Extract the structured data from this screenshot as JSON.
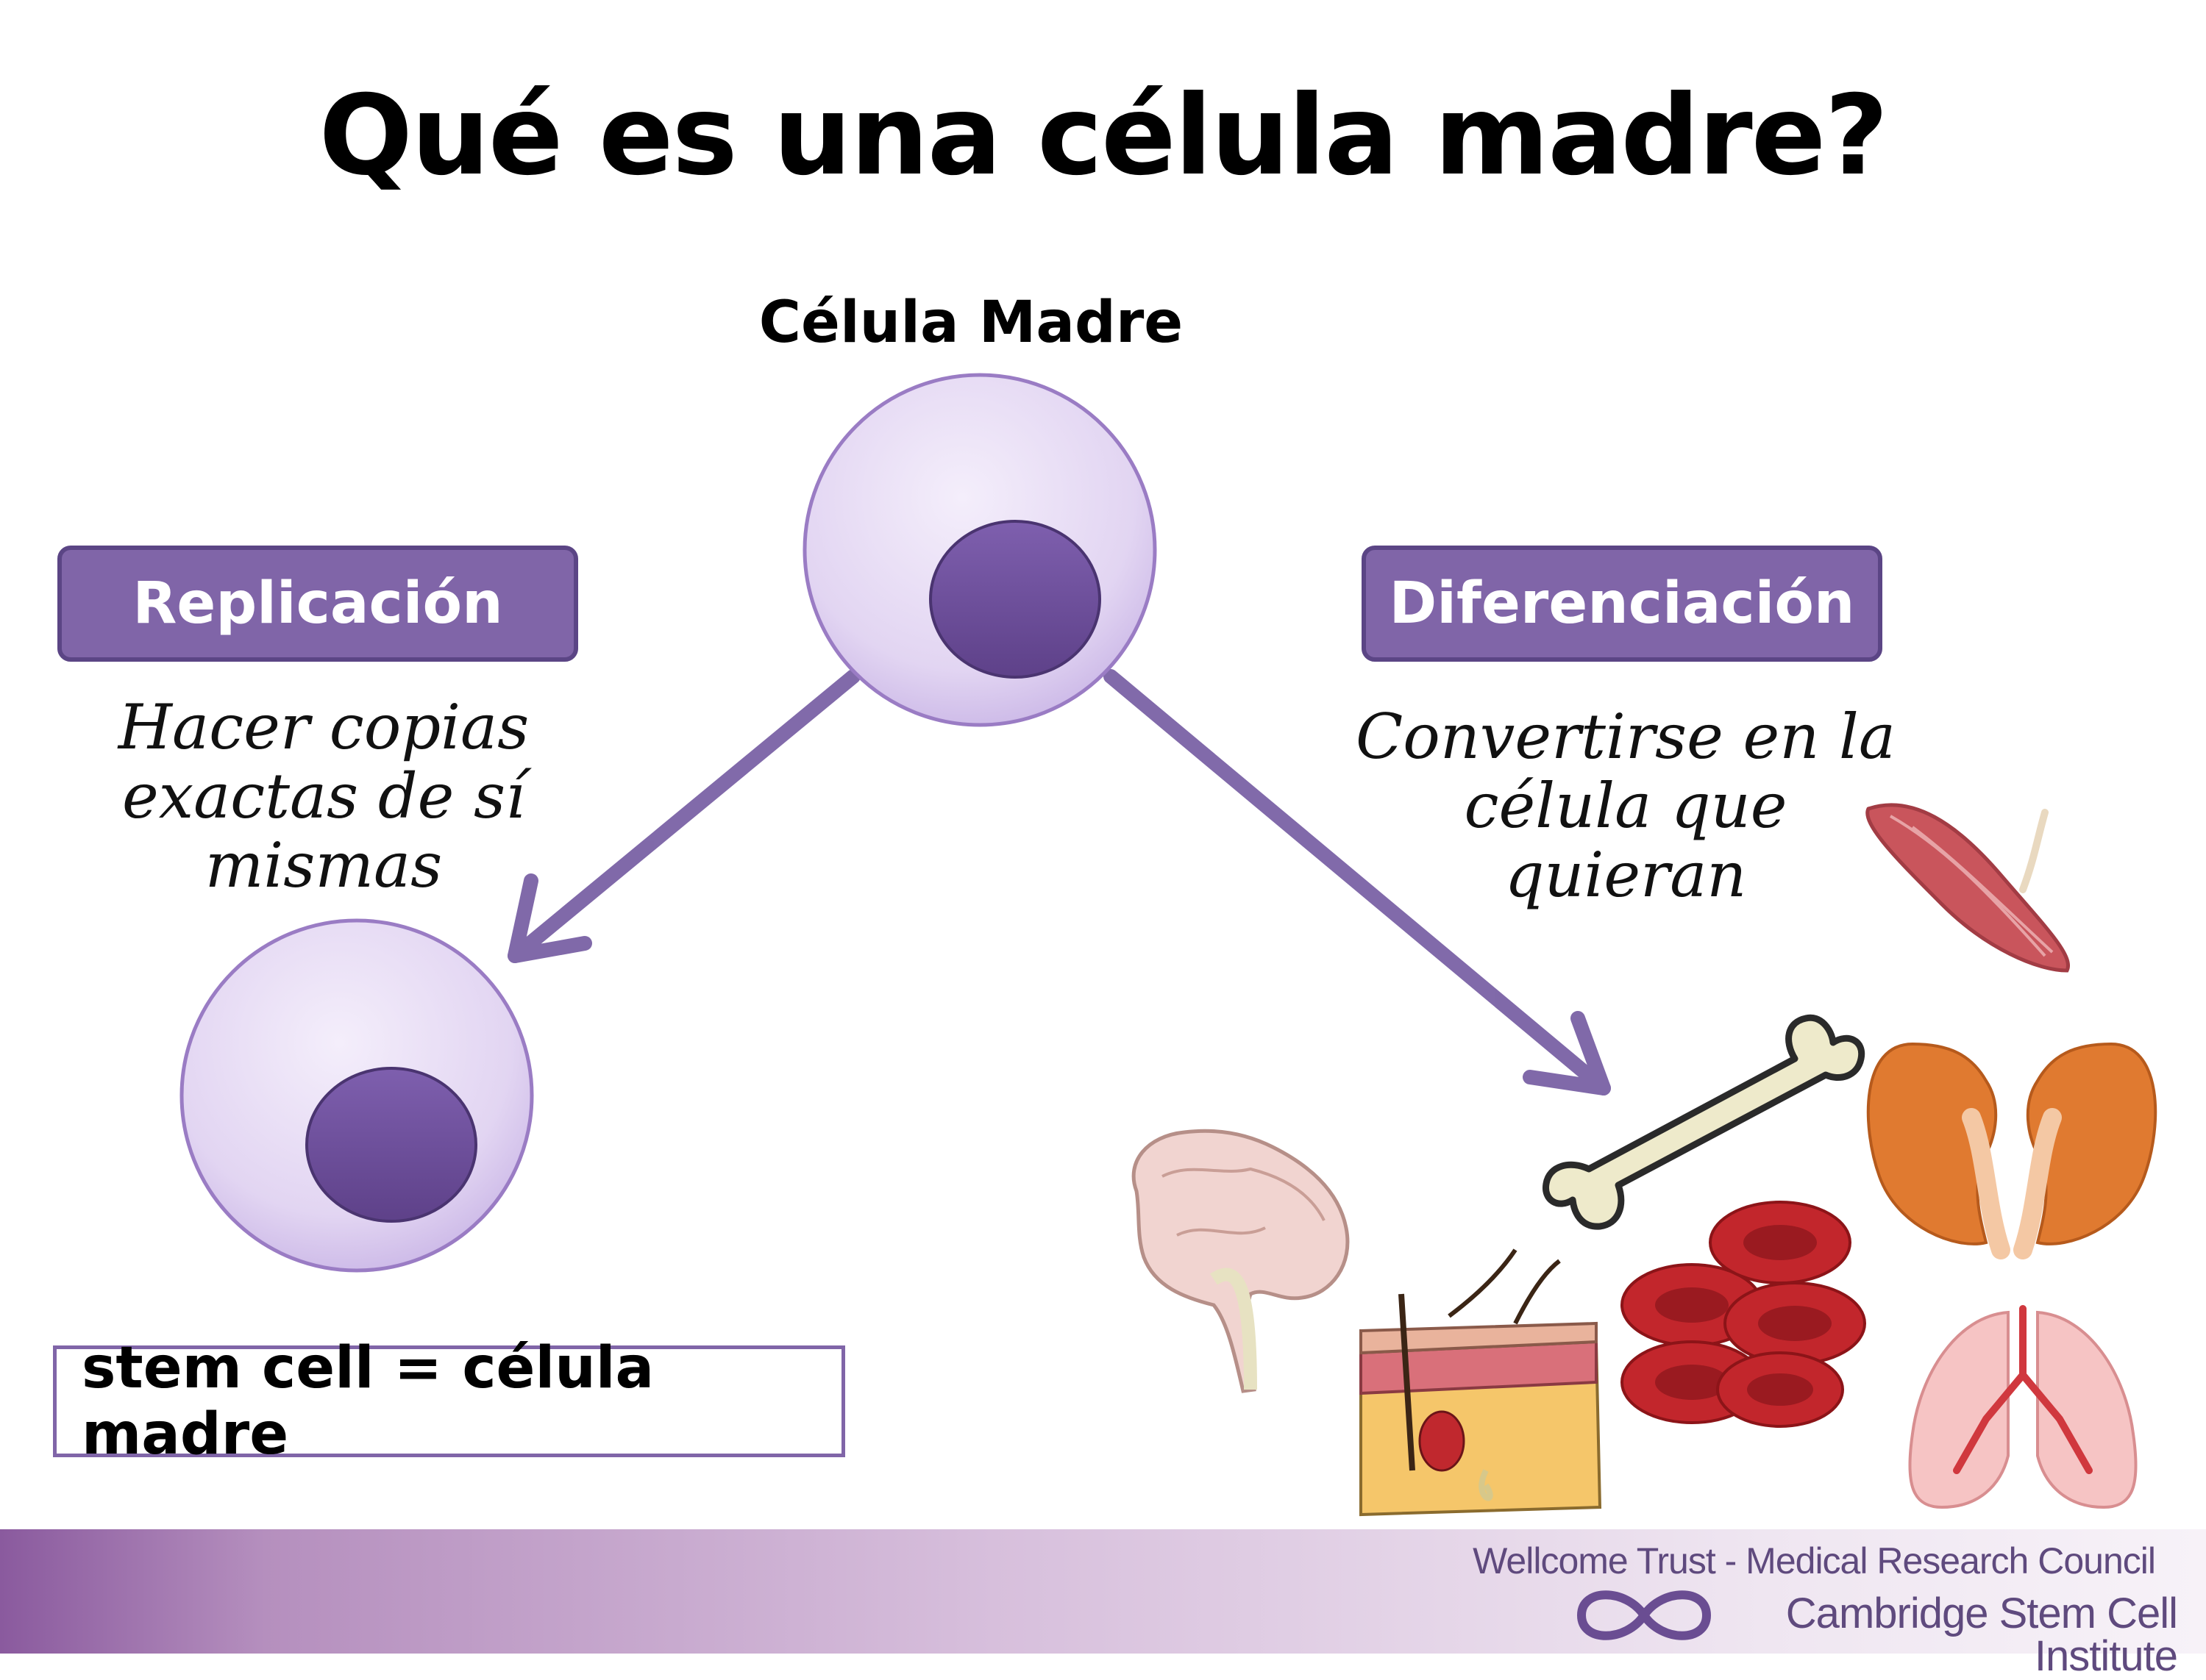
{
  "title": "Qué es una célula madre?",
  "stem_cell_label": "Célula Madre",
  "replication": {
    "label": "Replicación",
    "description": [
      "Hacer copias",
      "exactas de sí",
      "mismas"
    ]
  },
  "differentiation": {
    "label": "Diferenciación",
    "description": [
      "Convertirse en la",
      "célula que",
      "quieran"
    ]
  },
  "definition_box": "stem cell = célula madre",
  "cell_types": [
    "muscle-icon",
    "bone-icon",
    "kidney-icon",
    "brain-icon",
    "red-blood-cells-icon",
    "skin-icon",
    "lungs-icon"
  ],
  "footer": {
    "line1": "Wellcome Trust - Medical Research Council",
    "line2": "Cambridge Stem Cell Institute"
  },
  "colors": {
    "accent": "#8065a8",
    "accent_dark": "#5b4585",
    "cell_fill": "#e4d8f3",
    "nucleus": "#6e4f9c"
  }
}
